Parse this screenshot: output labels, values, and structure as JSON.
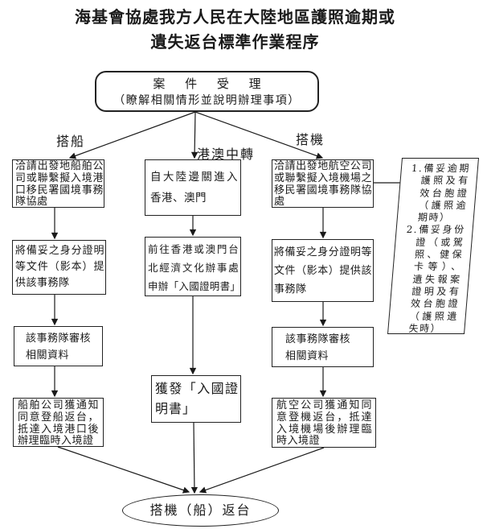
{
  "doc": {
    "title_line1": "海基會協處我方人民在大陸地區護照逾期或",
    "title_line2": "遺失返台標準作業程序"
  },
  "flow": {
    "start_line1": "案 件 受 理",
    "start_line2": "（瞭解相關情形並說明辦理事項）",
    "labels": {
      "ship": "搭船",
      "transit": "港澳中轉",
      "plane": "搭機"
    },
    "ship_steps": [
      "洽請出發地船舶公司或聯繫擬入境港口移民署國境事務隊協處",
      "將備妥之身分證明等文件（影本）提供該事務隊",
      "該事務隊審核相關資料",
      "船舶公司獲通知同意登船返台，抵達入境港口後辦理臨時入境證"
    ],
    "transit_steps": [
      "自大陸邊關進入香港、澳門",
      "前往香港或澳門台北經濟文化辦事處申辦「入國證明書」",
      "獲發「入國證明書」"
    ],
    "plane_steps": [
      "洽請出發地航空公司或聯繫擬入境機場之移民署國境事務隊協處",
      "將備妥之身分證明等文件（影本）提供該事務隊",
      "該事務隊審核相關資料",
      "航空公司獲通知同意登機返台，抵達入境機場後辦理臨時入境證"
    ],
    "note_items": [
      "1.備妥逾期護照及有效台胞證（護照逾期時）",
      "2.備妥身份證（或駕照、健保卡等）、遺失報案證明及有效台胞證（護照遺失時）"
    ],
    "end_label": "搭機（船）返台"
  },
  "colors": {
    "line": "#1a1a1a",
    "text": "#1a1a1a",
    "background": "#ffffff"
  }
}
